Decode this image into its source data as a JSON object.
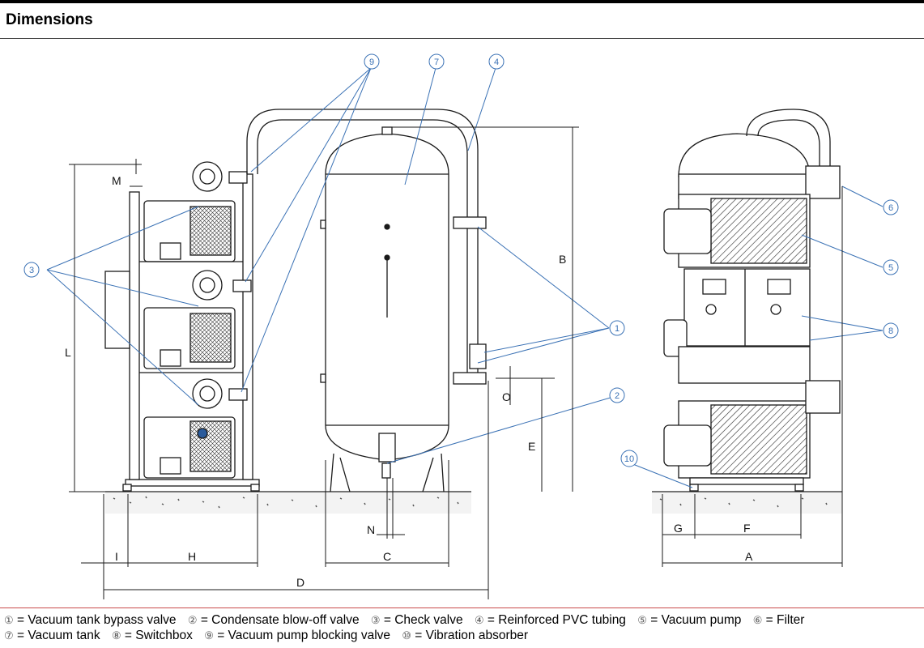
{
  "header": {
    "title": "Dimensions"
  },
  "dimensions": {
    "A": "A",
    "B": "B",
    "C": "C",
    "D": "D",
    "E": "E",
    "F": "F",
    "G": "G",
    "H": "H",
    "I": "I",
    "L": "L",
    "M": "M",
    "N": "N",
    "O": "O"
  },
  "callouts": [
    "1",
    "2",
    "3",
    "4",
    "5",
    "6",
    "7",
    "8",
    "9",
    "10"
  ],
  "legend": {
    "row1": [
      {
        "num": "①",
        "text": " = Vacuum tank bypass valve"
      },
      {
        "num": "②",
        "text": " = Condensate blow-off valve"
      },
      {
        "num": "③",
        "text": " = Check valve"
      },
      {
        "num": "④",
        "text": " = Reinforced PVC tubing"
      },
      {
        "num": "⑤",
        "text": " = Vacuum pump"
      },
      {
        "num": "⑥",
        "text": " = Filter"
      }
    ],
    "row2": [
      {
        "num": "⑦",
        "text": " = Vacuum tank"
      },
      {
        "num": "⑧",
        "text": " = Switchbox"
      },
      {
        "num": "⑨",
        "text": " = Vacuum pump blocking valve"
      },
      {
        "num": "⑩",
        "text": " = Vibration absorber"
      }
    ]
  },
  "colors": {
    "leader": "#3b72b5",
    "line": "#1a1a1a",
    "legend_rule": "#c94a4a"
  }
}
